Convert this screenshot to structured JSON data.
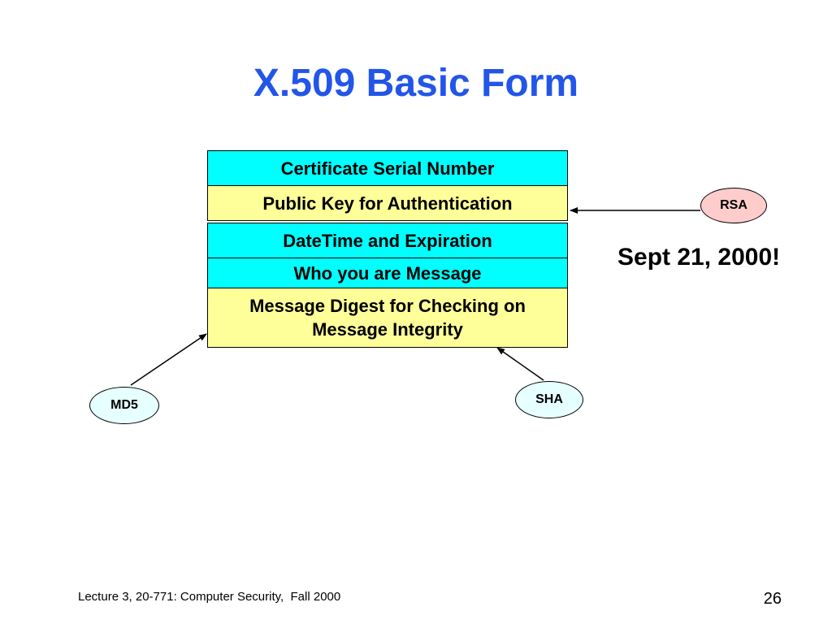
{
  "title": "X.509 Basic Form",
  "fields": [
    {
      "label": "Certificate Serial Number",
      "color": "#00ffff"
    },
    {
      "label": "Public Key for Authentication",
      "color": "#ffff99"
    },
    {
      "label": "DateTime and Expiration",
      "color": "#00ffff"
    },
    {
      "label": "Who you are Message",
      "color": "#00ffff"
    },
    {
      "label": "Message Digest for Checking on Message Integrity",
      "color": "#ffff99"
    }
  ],
  "algorithms": {
    "rsa": {
      "label": "RSA",
      "color": "#ffcccc"
    },
    "md5": {
      "label": "MD5",
      "color": "#e6ffff"
    },
    "sha": {
      "label": "SHA",
      "color": "#e6ffff"
    }
  },
  "note": "Sept 21, 2000!",
  "footer": {
    "text": "Lecture 3, 20-771: Computer Security,  Fall 2000",
    "page_number": "26"
  },
  "colors": {
    "title": "#2255e8",
    "field_cyan": "#00ffff",
    "field_yellow": "#ffff99"
  }
}
